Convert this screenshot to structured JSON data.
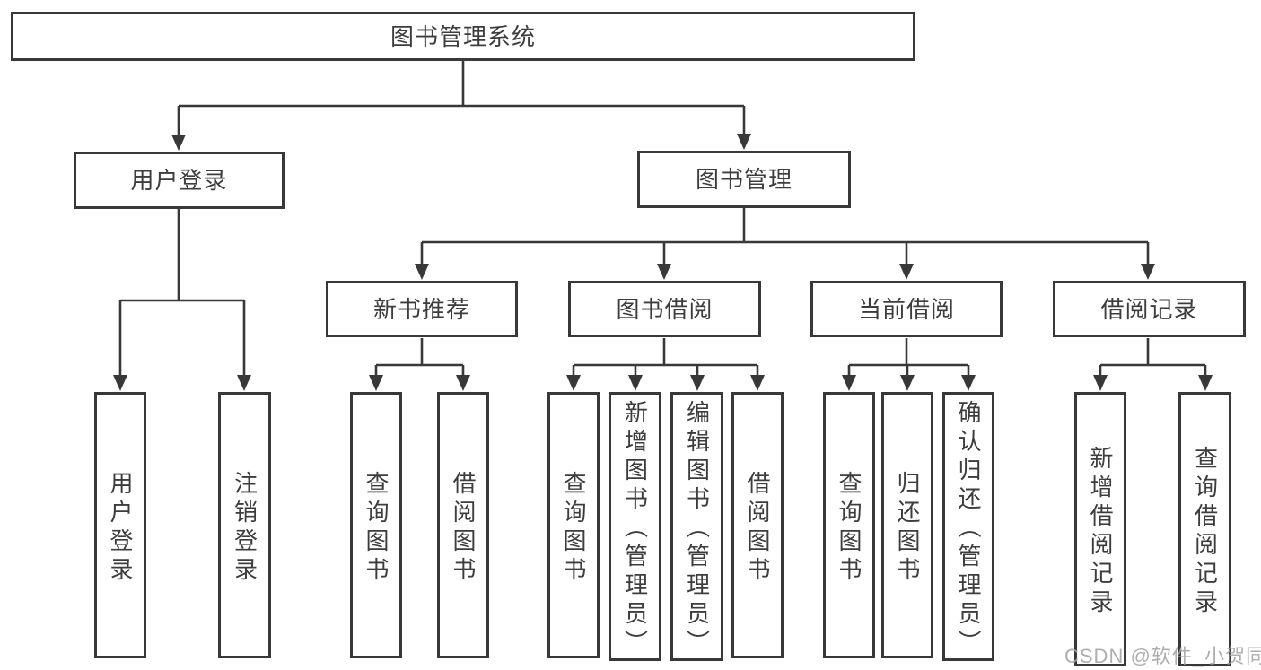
{
  "diagram": {
    "root": {
      "label": "图书管理系统"
    },
    "branches": [
      {
        "label": "用户登录",
        "children": [
          {
            "label": "用户登录"
          },
          {
            "label": "注销登录"
          }
        ]
      },
      {
        "label": "图书管理",
        "children": [
          {
            "label": "新书推荐",
            "children": [
              {
                "label": "查询图书"
              },
              {
                "label": "借阅图书"
              }
            ]
          },
          {
            "label": "图书借阅",
            "children": [
              {
                "label": "查询图书"
              },
              {
                "label": "新增图书（管理员）"
              },
              {
                "label": "编辑图书（管理员）"
              },
              {
                "label": "借阅图书"
              }
            ]
          },
          {
            "label": "当前借阅",
            "children": [
              {
                "label": "查询图书"
              },
              {
                "label": "归还图书"
              },
              {
                "label": "确认归还（管理员）"
              }
            ]
          },
          {
            "label": "借阅记录",
            "children": [
              {
                "label": "新增借阅记录"
              },
              {
                "label": "查询借阅记录"
              }
            ]
          }
        ]
      }
    ],
    "line_color": "#383838",
    "box_background": "#ffffff",
    "text_color": "#3d3d3d",
    "watermark": "CSDN @软件_小贺同学",
    "watermark_color": "#a3a3a3"
  }
}
